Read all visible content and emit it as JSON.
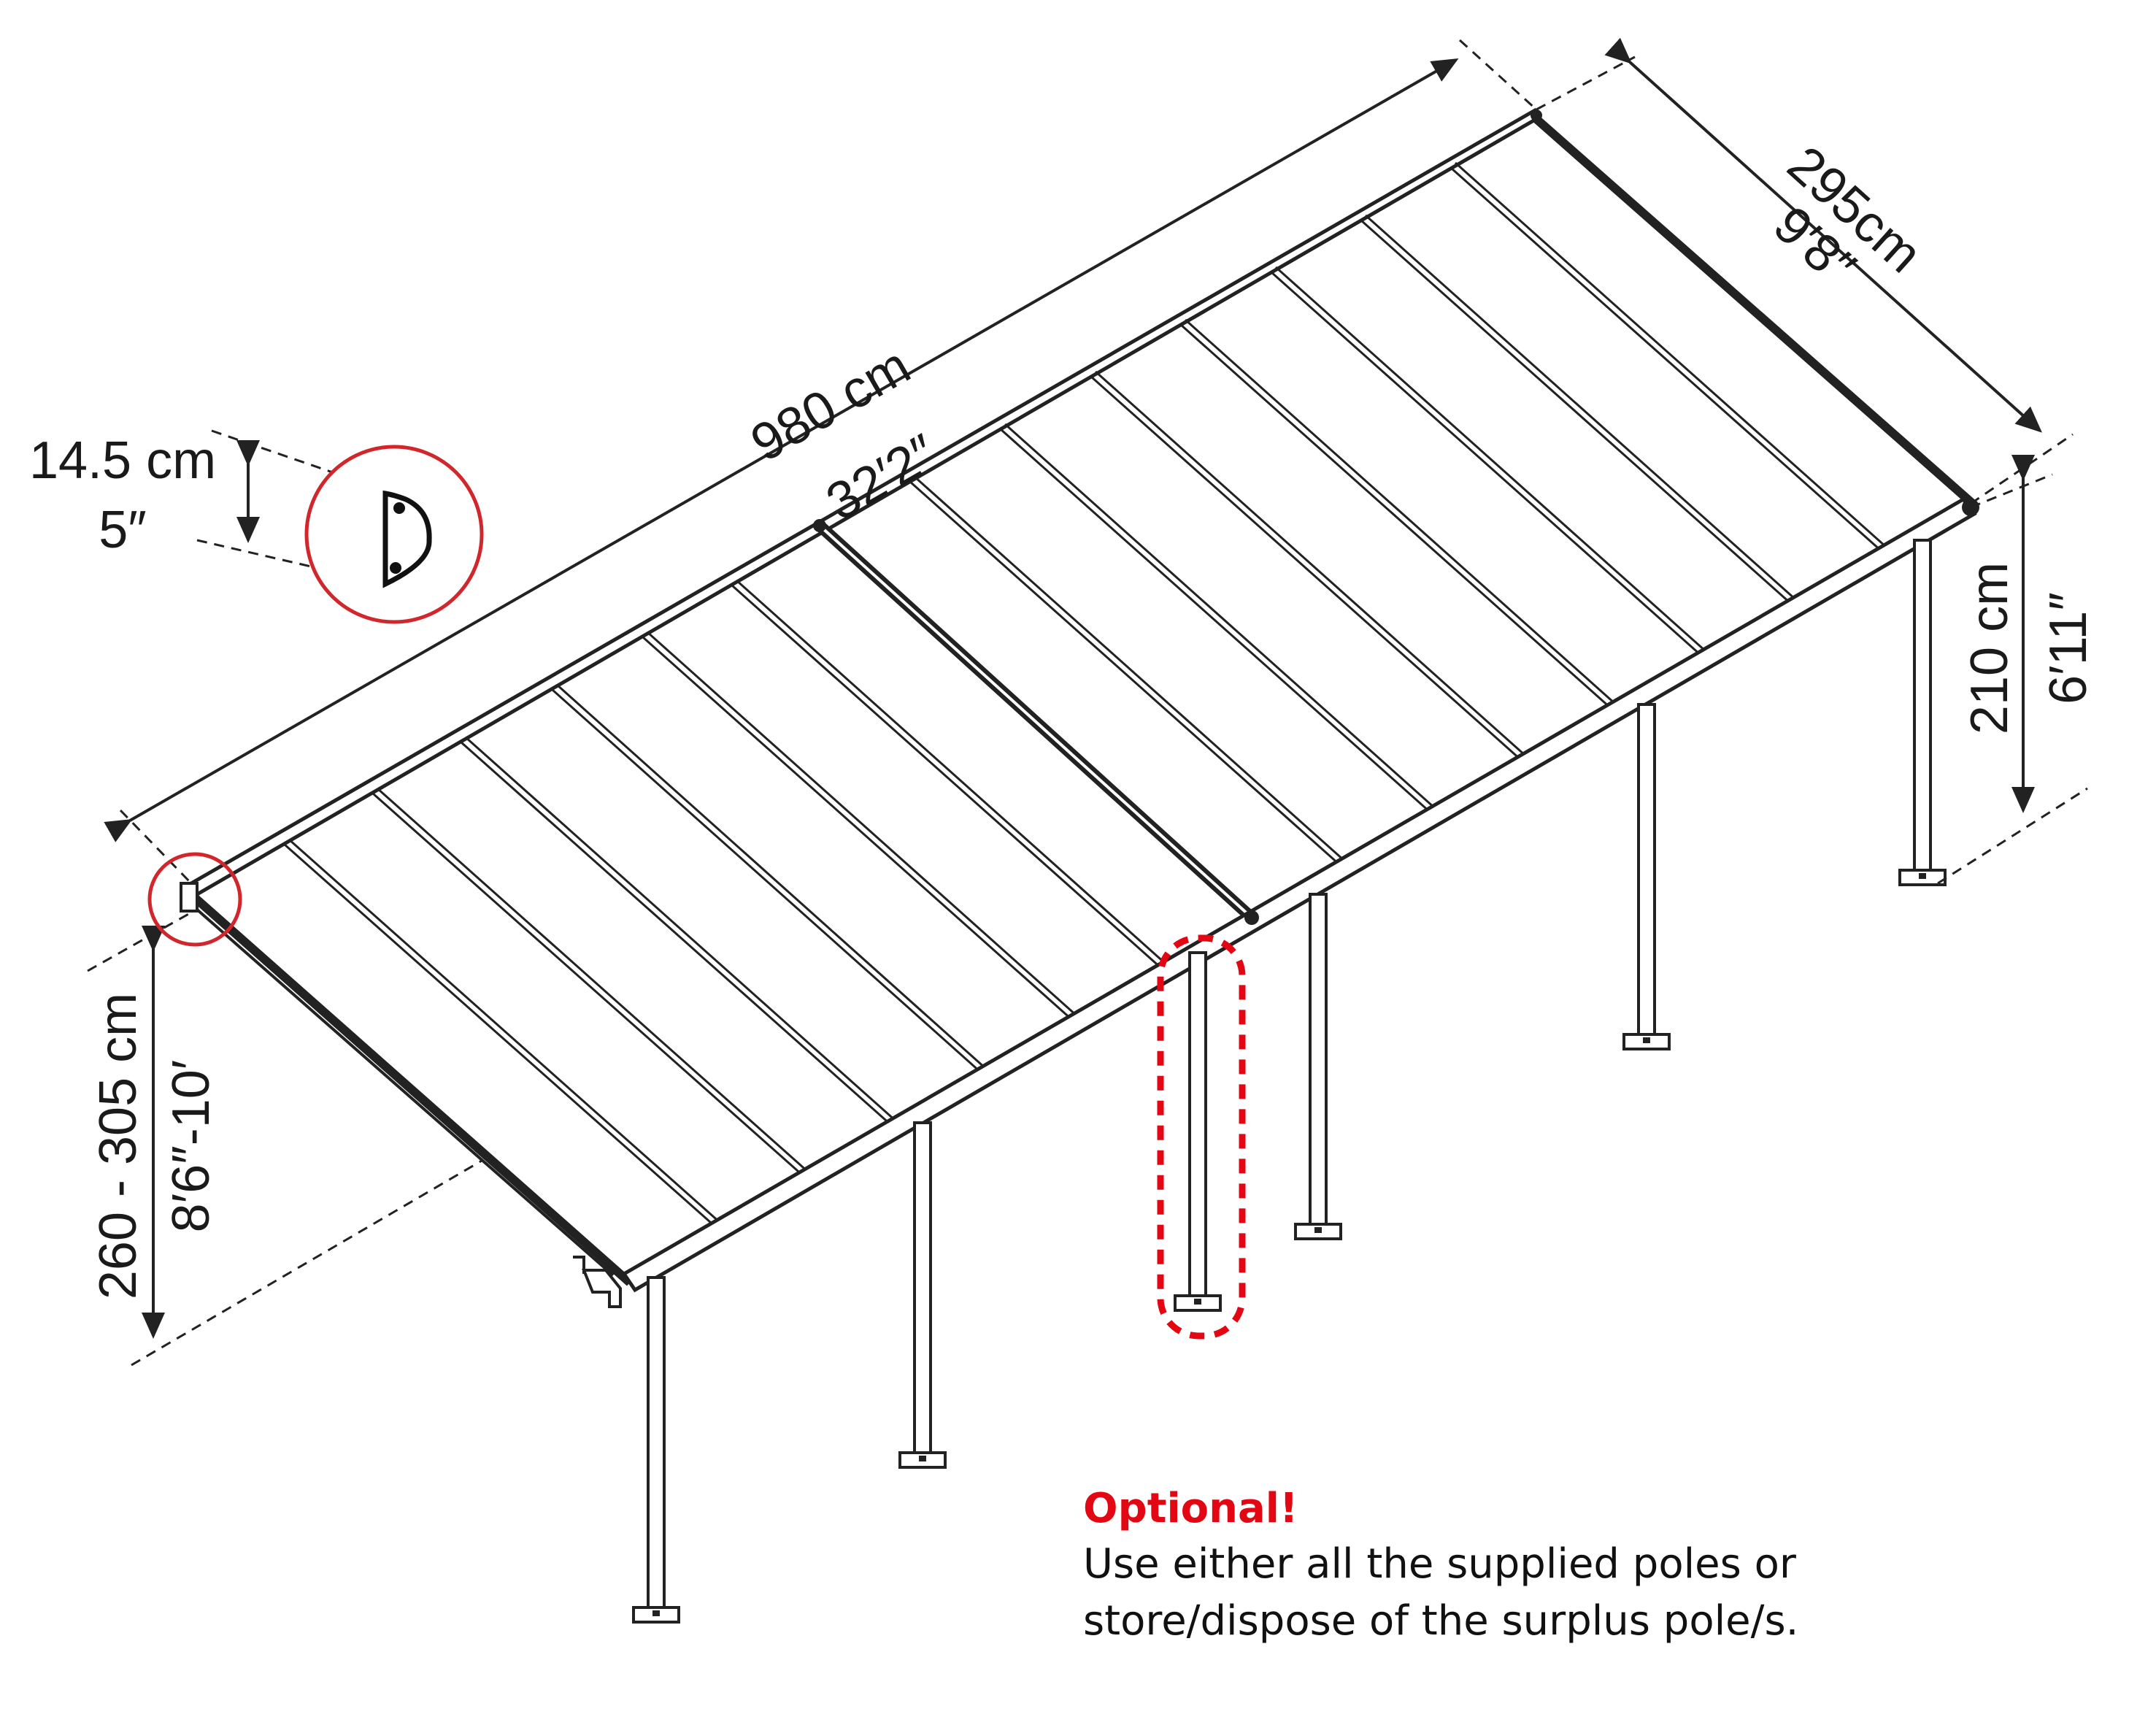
{
  "colors": {
    "line": "#222222",
    "accent_red": "#e30613",
    "frame_fill": "#ffffff"
  },
  "dimensions": {
    "length_cm": "980 cm",
    "length_imperial": "32′2″",
    "depth_cm": "295cm",
    "depth_imperial": "9′8″",
    "gutter_cm": "14.5 cm",
    "gutter_imperial": "5″",
    "back_height_cm": "210 cm",
    "back_height_imperial": "6′11″",
    "front_height_cm": "260 - 305 cm",
    "front_height_imperial": "8′6″-10′"
  },
  "note": {
    "title": "Optional!",
    "line1": "Use either all the supplied poles or",
    "line2": "store/dispose of the surplus pole/s."
  }
}
